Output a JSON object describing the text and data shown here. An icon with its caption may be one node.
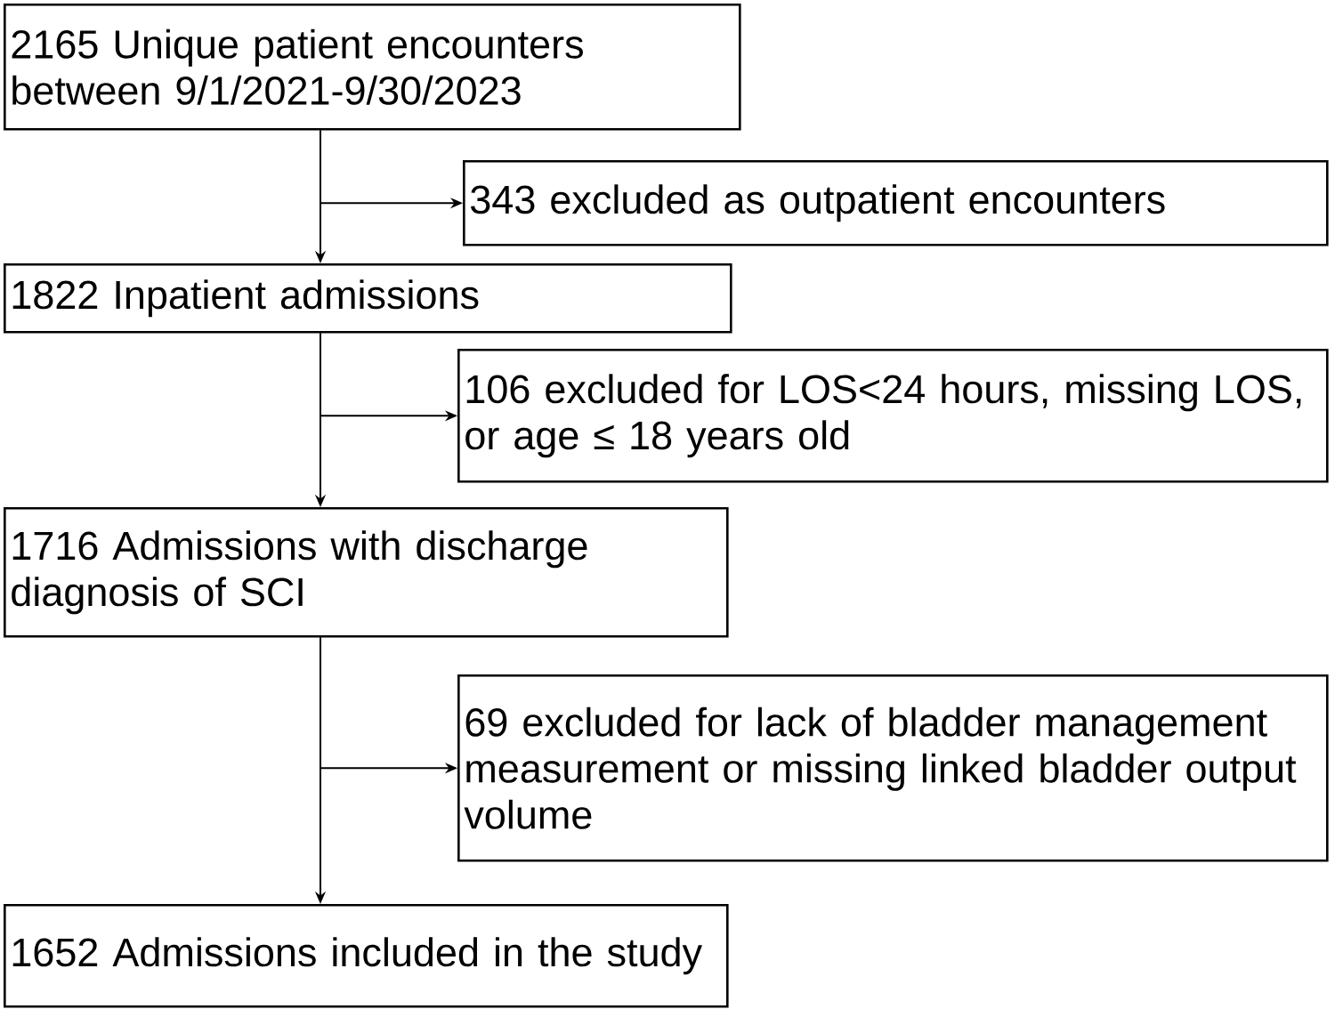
{
  "diagram": {
    "nodes": [
      {
        "text": [
          "2165 Unique patient encounters between 9/1/2021-9/30/2023"
        ]
      },
      {
        "text": [
          "343 excluded as outpatient encounters"
        ]
      },
      {
        "text": [
          "1822 Inpatient admissions"
        ]
      },
      {
        "text": [
          "106 excluded for LOS<24 hours, missing LOS, or age ≤ 18 years old"
        ]
      },
      {
        "text": [
          "1716 Admissions with discharge diagnosis of SCI"
        ]
      },
      {
        "text": [
          "69 excluded for lack of bladder management measurement or missing linked bladder output volume"
        ]
      },
      {
        "text": [
          "1652 Admissions included in the study"
        ]
      }
    ],
    "edges": [
      {
        "from": 0,
        "to": 2,
        "arrow": "to"
      },
      {
        "from": 0,
        "to": 1,
        "arrow": "to"
      },
      {
        "from": 2,
        "to": 4,
        "arrow": "to"
      },
      {
        "from": 2,
        "to": 3,
        "arrow": "to"
      },
      {
        "from": 4,
        "to": 6,
        "arrow": "to"
      },
      {
        "from": 4,
        "to": 5,
        "arrow": "to"
      }
    ]
  }
}
